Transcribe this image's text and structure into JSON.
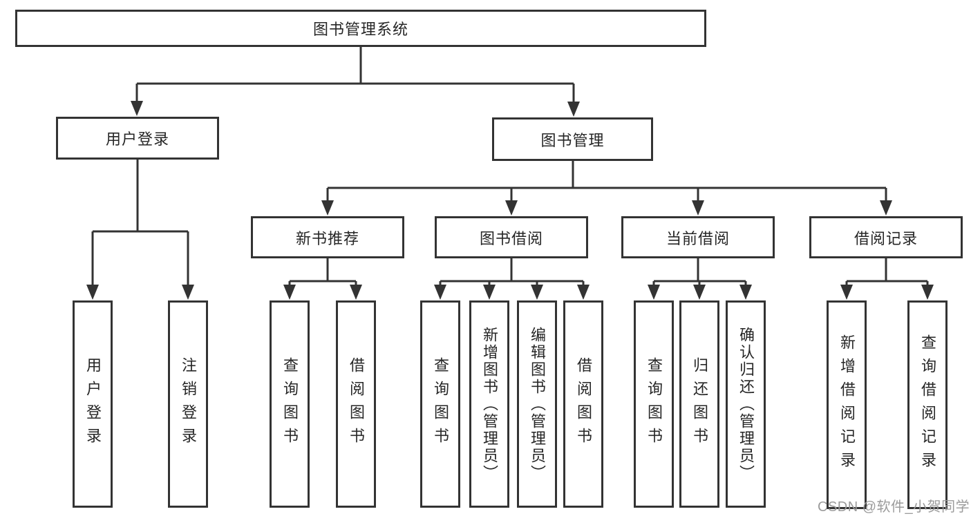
{
  "tree": {
    "label": "图书管理系统",
    "children": [
      {
        "label": "用户登录",
        "children": [
          {
            "label": "用户登录"
          },
          {
            "label": "注销登录"
          }
        ]
      },
      {
        "label": "图书管理",
        "children": [
          {
            "label": "新书推荐",
            "children": [
              {
                "label": "查询图书"
              },
              {
                "label": "借阅图书"
              }
            ]
          },
          {
            "label": "图书借阅",
            "children": [
              {
                "label": "查询图书"
              },
              {
                "label": "新增图书（管理员）"
              },
              {
                "label": "编辑图书（管理员）"
              },
              {
                "label": "借阅图书"
              }
            ]
          },
          {
            "label": "当前借阅",
            "children": [
              {
                "label": "查询图书"
              },
              {
                "label": "归还图书"
              },
              {
                "label": "确认归还（管理员）"
              }
            ]
          },
          {
            "label": "借阅记录",
            "children": [
              {
                "label": "新增借阅记录"
              },
              {
                "label": "查询借阅记录"
              }
            ]
          }
        ]
      }
    ]
  },
  "watermark": "CSDN @软件_小贺同学",
  "colors": {
    "line": "#333333",
    "text": "#262626",
    "watermark": "#9b9b9b",
    "background": "#ffffff"
  }
}
